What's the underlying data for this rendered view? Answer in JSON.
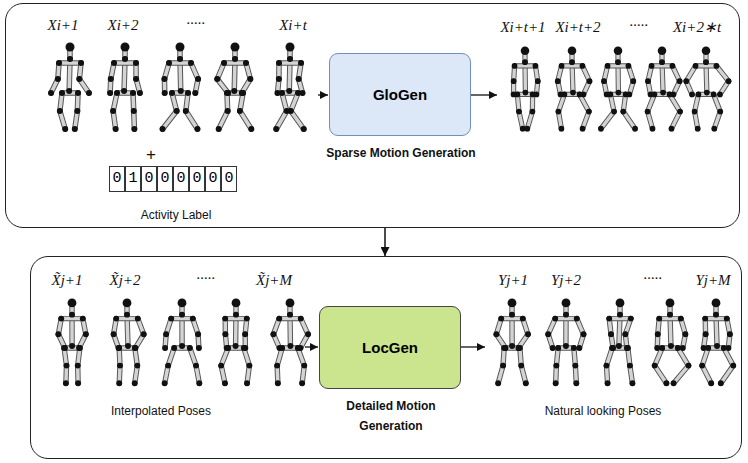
{
  "diagram": {
    "nodes": [
      {
        "text": [
          "Xi+1",
          "Xi+2",
          ".....",
          "Xi+t",
          "Xi+t+1",
          "Xi+t+2",
          ".....",
          "Xi+2∗t",
          "Activity Label"
        ]
      },
      {
        "text": [
          "GloGen",
          "Sparse Motion Generation"
        ],
        "in": 0
      },
      {
        "text": [
          "X̃j+1",
          "X̃j+2",
          ".....",
          "X̃j+M",
          "Yj+1",
          "Yj+2",
          ".....",
          "Yj+M",
          "Interpolated Poses",
          "Natural looking Poses"
        ]
      },
      {
        "text": [
          "LocGen",
          "Detailed Motion Generation"
        ],
        "in": 2
      }
    ],
    "edges": [
      {
        "from": 0,
        "to": 2,
        "arrow": "to"
      }
    ],
    "labels": [
      "+",
      "0",
      "1",
      "0",
      "0",
      "0",
      "0",
      "0",
      "0"
    ]
  }
}
